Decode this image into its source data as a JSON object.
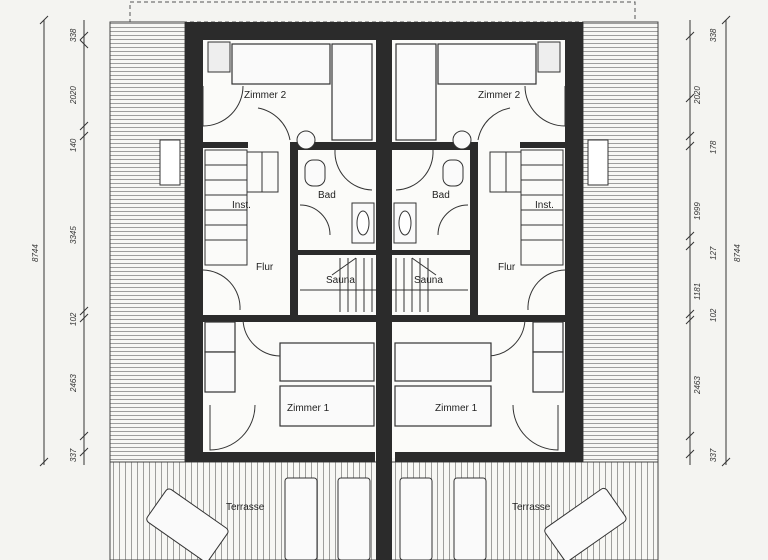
{
  "rooms": {
    "zimmer2_left": "Zimmer 2",
    "zimmer2_right": "Zimmer 2",
    "bad_left": "Bad",
    "bad_right": "Bad",
    "inst_left": "Inst.",
    "inst_right": "Inst.",
    "flur_left": "Flur",
    "flur_right": "Flur",
    "sauna_left": "Sauna",
    "sauna_right": "Sauna",
    "zimmer1_left": "Zimmer 1",
    "zimmer1_right": "Zimmer 1",
    "terrasse_left": "Terrasse",
    "terrasse_right": "Terrasse"
  },
  "dimensions_left": {
    "d1": "338",
    "d2": "2020",
    "d3": "140",
    "d4": "3345",
    "d5": "102",
    "d6": "2463",
    "d7": "337",
    "total": "8744"
  },
  "dimensions_right": {
    "d1": "338",
    "d2": "2020",
    "d3": "178",
    "d4": "1999",
    "d5": "127",
    "d6": "1181",
    "d7": "102",
    "d8": "2463",
    "d9": "337",
    "total": "8744"
  }
}
